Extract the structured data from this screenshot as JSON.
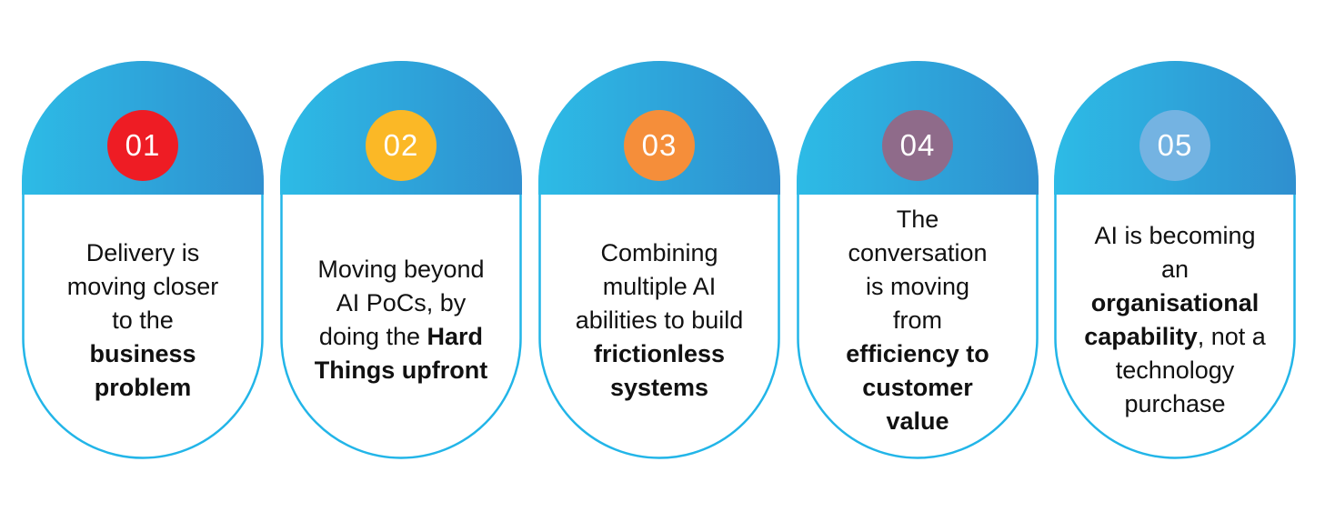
{
  "colors": {
    "cap_start": "#2dbbe6",
    "cap_end": "#2f8fcf",
    "outline": "#22b5e8",
    "badge_1": "#ee1c24",
    "badge_2": "#fbb826",
    "badge_3": "#f58e3a",
    "badge_4": "#8f6b8a",
    "badge_5": "#74b3e2"
  },
  "cards": [
    {
      "number": "01",
      "lines": [
        {
          "parts": [
            {
              "t": "Delivery is"
            }
          ]
        },
        {
          "parts": [
            {
              "t": "moving closer"
            }
          ]
        },
        {
          "parts": [
            {
              "t": "to the"
            }
          ]
        },
        {
          "parts": [
            {
              "t": "business",
              "b": true
            }
          ]
        },
        {
          "parts": [
            {
              "t": "problem",
              "b": true
            }
          ]
        }
      ]
    },
    {
      "number": "02",
      "lines": [
        {
          "parts": [
            {
              "t": "Moving beyond"
            }
          ]
        },
        {
          "parts": [
            {
              "t": "AI PoCs, by"
            }
          ]
        },
        {
          "parts": [
            {
              "t": "doing the "
            },
            {
              "t": "Hard",
              "b": true
            }
          ]
        },
        {
          "parts": [
            {
              "t": "Things upfront",
              "b": true
            }
          ]
        }
      ]
    },
    {
      "number": "03",
      "lines": [
        {
          "parts": [
            {
              "t": "Combining"
            }
          ]
        },
        {
          "parts": [
            {
              "t": "multiple AI"
            }
          ]
        },
        {
          "parts": [
            {
              "t": "abilities to build"
            }
          ]
        },
        {
          "parts": [
            {
              "t": "frictionless",
              "b": true
            }
          ]
        },
        {
          "parts": [
            {
              "t": "systems",
              "b": true
            }
          ]
        }
      ]
    },
    {
      "number": "04",
      "lines": [
        {
          "parts": [
            {
              "t": "The"
            }
          ]
        },
        {
          "parts": [
            {
              "t": "conversation"
            }
          ]
        },
        {
          "parts": [
            {
              "t": "is moving"
            }
          ]
        },
        {
          "parts": [
            {
              "t": "from"
            }
          ]
        },
        {
          "parts": [
            {
              "t": "efficiency to",
              "b": true
            }
          ]
        },
        {
          "parts": [
            {
              "t": "customer",
              "b": true
            }
          ]
        },
        {
          "parts": [
            {
              "t": "value",
              "b": true
            }
          ]
        }
      ]
    },
    {
      "number": "05",
      "lines": [
        {
          "parts": [
            {
              "t": "AI is becoming"
            }
          ]
        },
        {
          "parts": [
            {
              "t": "an"
            }
          ]
        },
        {
          "parts": [
            {
              "t": "organisational",
              "b": true
            }
          ]
        },
        {
          "parts": [
            {
              "t": "capability",
              "b": true
            },
            {
              "t": ", not a"
            }
          ]
        },
        {
          "parts": [
            {
              "t": "technology"
            }
          ]
        },
        {
          "parts": [
            {
              "t": "purchase"
            }
          ]
        }
      ]
    }
  ]
}
